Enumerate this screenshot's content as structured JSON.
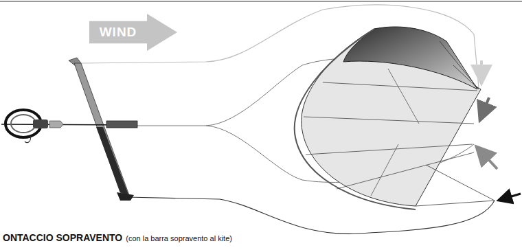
{
  "diagram": {
    "nodes": [
      {
        "text": [
          "WIND"
        ]
      }
    ],
    "labels": [
      "ONTACCIO SOPRAVENTO",
      "(con la barra sopravento al kite)"
    ]
  }
}
